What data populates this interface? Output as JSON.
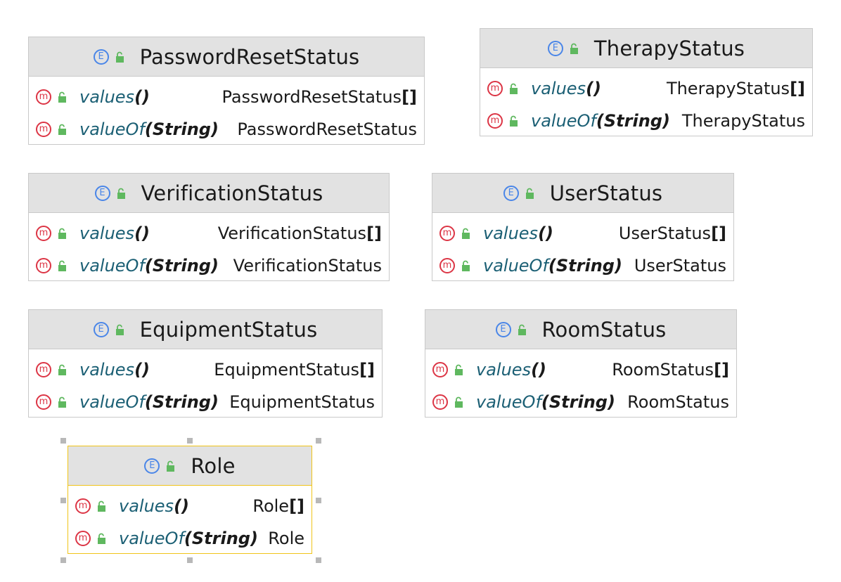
{
  "enum_icon": "E",
  "method_icon": "m",
  "colors": {
    "enum_icon": "#4a86e8",
    "method_icon": "#dc3545",
    "lock_icon": "#5fb85f",
    "method_name": "#1b5f74",
    "header_bg": "#e2e2e2",
    "selection_border": "#f0c419"
  },
  "classes": [
    {
      "name": "PasswordResetStatus",
      "methods": [
        {
          "name": "values",
          "open": "(",
          "param": "",
          "close": ")",
          "return_type": "PasswordResetStatus[]"
        },
        {
          "name": "valueOf",
          "open": "(",
          "param": "String",
          "close": ")",
          "return_type": "PasswordResetStatus"
        }
      ]
    },
    {
      "name": "TherapyStatus",
      "methods": [
        {
          "name": "values",
          "open": "(",
          "param": "",
          "close": ")",
          "return_type": "TherapyStatus[]"
        },
        {
          "name": "valueOf",
          "open": "(",
          "param": "String",
          "close": ")",
          "return_type": "TherapyStatus"
        }
      ]
    },
    {
      "name": "VerificationStatus",
      "methods": [
        {
          "name": "values",
          "open": "(",
          "param": "",
          "close": ")",
          "return_type": "VerificationStatus[]"
        },
        {
          "name": "valueOf",
          "open": "(",
          "param": "String",
          "close": ")",
          "return_type": "VerificationStatus"
        }
      ]
    },
    {
      "name": "UserStatus",
      "methods": [
        {
          "name": "values",
          "open": "(",
          "param": "",
          "close": ")",
          "return_type": "UserStatus[]"
        },
        {
          "name": "valueOf",
          "open": "(",
          "param": "String",
          "close": ")",
          "return_type": "UserStatus"
        }
      ]
    },
    {
      "name": "EquipmentStatus",
      "methods": [
        {
          "name": "values",
          "open": "(",
          "param": "",
          "close": ")",
          "return_type": "EquipmentStatus[]"
        },
        {
          "name": "valueOf",
          "open": "(",
          "param": "String",
          "close": ")",
          "return_type": "EquipmentStatus"
        }
      ]
    },
    {
      "name": "RoomStatus",
      "methods": [
        {
          "name": "values",
          "open": "(",
          "param": "",
          "close": ")",
          "return_type": "RoomStatus[]"
        },
        {
          "name": "valueOf",
          "open": "(",
          "param": "String",
          "close": ")",
          "return_type": "RoomStatus"
        }
      ]
    },
    {
      "name": "Role",
      "selected": true,
      "methods": [
        {
          "name": "values",
          "open": "(",
          "param": "",
          "close": ")",
          "return_type": "Role[]"
        },
        {
          "name": "valueOf",
          "open": "(",
          "param": "String",
          "close": ")",
          "return_type": "Role"
        }
      ]
    }
  ]
}
